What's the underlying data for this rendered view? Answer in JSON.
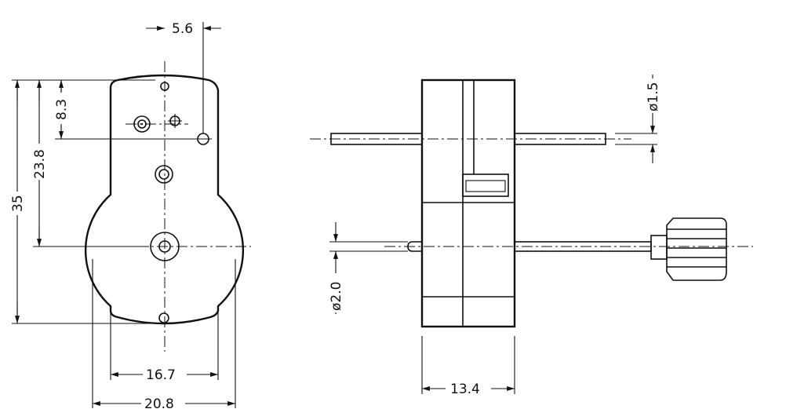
{
  "dimensions": {
    "top_offset": "5.6",
    "upper_hole_depth": "8.3",
    "main_shaft_depth": "23.8",
    "overall_height": "35",
    "inner_width": "16.7",
    "overall_width": "20.8",
    "small_shaft_dia": "ø1.5",
    "drive_shaft_dia": "ø2.0",
    "body_depth": "13.4"
  },
  "colors": {
    "ink": "#111111",
    "paper": "#ffffff"
  }
}
